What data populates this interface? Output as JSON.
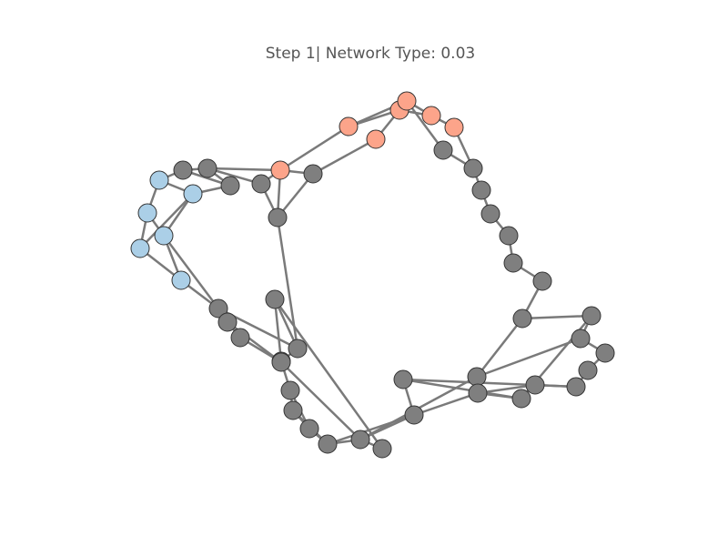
{
  "title": "Step 1| Network Type: 0.03",
  "colors": {
    "gray": "#7f7f7f",
    "blue": "#abcfe7",
    "salmon": "#fca48a",
    "edge": "#7a7a7a"
  },
  "nodes": [
    {
      "id": 1,
      "group": "blue"
    },
    {
      "id": 2,
      "group": "blue"
    },
    {
      "id": 3,
      "group": "blue"
    },
    {
      "id": 4,
      "group": "blue"
    },
    {
      "id": 5,
      "group": "blue"
    },
    {
      "id": 6,
      "group": "blue"
    },
    {
      "id": 7,
      "group": "gray"
    },
    {
      "id": 8,
      "group": "gray"
    },
    {
      "id": 9,
      "group": "gray"
    },
    {
      "id": 10,
      "group": "gray"
    },
    {
      "id": 11,
      "group": "salmon"
    },
    {
      "id": 12,
      "group": "gray"
    },
    {
      "id": 13,
      "group": "gray"
    },
    {
      "id": 14,
      "group": "salmon"
    },
    {
      "id": 15,
      "group": "salmon"
    },
    {
      "id": 16,
      "group": "salmon"
    },
    {
      "id": 17,
      "group": "salmon"
    },
    {
      "id": 18,
      "group": "salmon"
    },
    {
      "id": 19,
      "group": "salmon"
    },
    {
      "id": 20,
      "group": "gray"
    },
    {
      "id": 21,
      "group": "gray"
    },
    {
      "id": 22,
      "group": "gray"
    },
    {
      "id": 23,
      "group": "gray"
    },
    {
      "id": 24,
      "group": "gray"
    },
    {
      "id": 25,
      "group": "gray"
    },
    {
      "id": 26,
      "group": "gray"
    },
    {
      "id": 27,
      "group": "gray"
    },
    {
      "id": 28,
      "group": "gray"
    },
    {
      "id": 29,
      "group": "gray"
    },
    {
      "id": 30,
      "group": "gray"
    },
    {
      "id": 31,
      "group": "gray"
    },
    {
      "id": 32,
      "group": "gray"
    },
    {
      "id": 33,
      "group": "gray"
    },
    {
      "id": 34,
      "group": "gray"
    },
    {
      "id": 35,
      "group": "gray"
    },
    {
      "id": 36,
      "group": "gray"
    },
    {
      "id": 37,
      "group": "gray"
    },
    {
      "id": 38,
      "group": "gray"
    },
    {
      "id": 39,
      "group": "gray"
    },
    {
      "id": 40,
      "group": "gray"
    },
    {
      "id": 41,
      "group": "gray"
    },
    {
      "id": 42,
      "group": "gray"
    },
    {
      "id": 43,
      "group": "gray"
    },
    {
      "id": 44,
      "group": "gray"
    },
    {
      "id": 45,
      "group": "gray"
    },
    {
      "id": 46,
      "group": "gray"
    },
    {
      "id": 47,
      "group": "gray"
    },
    {
      "id": 48,
      "group": "gray"
    },
    {
      "id": 49,
      "group": "gray"
    },
    {
      "id": 50,
      "group": "gray"
    },
    {
      "id": 51,
      "group": "gray"
    }
  ],
  "edges": [
    [
      1,
      2
    ],
    [
      1,
      3
    ],
    [
      1,
      7
    ],
    [
      2,
      4
    ],
    [
      3,
      4
    ],
    [
      3,
      5
    ],
    [
      4,
      6
    ],
    [
      5,
      6
    ],
    [
      5,
      2
    ],
    [
      2,
      8
    ],
    [
      6,
      40
    ],
    [
      4,
      40
    ],
    [
      7,
      8
    ],
    [
      7,
      9
    ],
    [
      8,
      9
    ],
    [
      9,
      10
    ],
    [
      9,
      11
    ],
    [
      10,
      11
    ],
    [
      10,
      13
    ],
    [
      11,
      13
    ],
    [
      11,
      12
    ],
    [
      12,
      13
    ],
    [
      11,
      14
    ],
    [
      12,
      15
    ],
    [
      14,
      16
    ],
    [
      14,
      17
    ],
    [
      15,
      17
    ],
    [
      16,
      17
    ],
    [
      17,
      18
    ],
    [
      18,
      19
    ],
    [
      16,
      18
    ],
    [
      17,
      20
    ],
    [
      19,
      21
    ],
    [
      20,
      21
    ],
    [
      21,
      22
    ],
    [
      22,
      23
    ],
    [
      23,
      24
    ],
    [
      24,
      25
    ],
    [
      25,
      26
    ],
    [
      26,
      27
    ],
    [
      27,
      28
    ],
    [
      27,
      29
    ],
    [
      28,
      30
    ],
    [
      29,
      30
    ],
    [
      30,
      31
    ],
    [
      31,
      32
    ],
    [
      29,
      33
    ],
    [
      32,
      34
    ],
    [
      34,
      35
    ],
    [
      35,
      36
    ],
    [
      36,
      33
    ],
    [
      33,
      37
    ],
    [
      34,
      37
    ],
    [
      37,
      38
    ],
    [
      38,
      39
    ],
    [
      39,
      28
    ],
    [
      38,
      36
    ],
    [
      39,
      48
    ],
    [
      13,
      50
    ],
    [
      50,
      40
    ],
    [
      40,
      41
    ],
    [
      41,
      42
    ],
    [
      42,
      51
    ],
    [
      41,
      51
    ],
    [
      50,
      44
    ],
    [
      50,
      43
    ],
    [
      43,
      44
    ],
    [
      44,
      45
    ],
    [
      45,
      46
    ],
    [
      46,
      47
    ],
    [
      47,
      49
    ],
    [
      45,
      47
    ],
    [
      49,
      38
    ],
    [
      49,
      39
    ],
    [
      51,
      39
    ],
    [
      46,
      49
    ],
    [
      43,
      48
    ]
  ]
}
